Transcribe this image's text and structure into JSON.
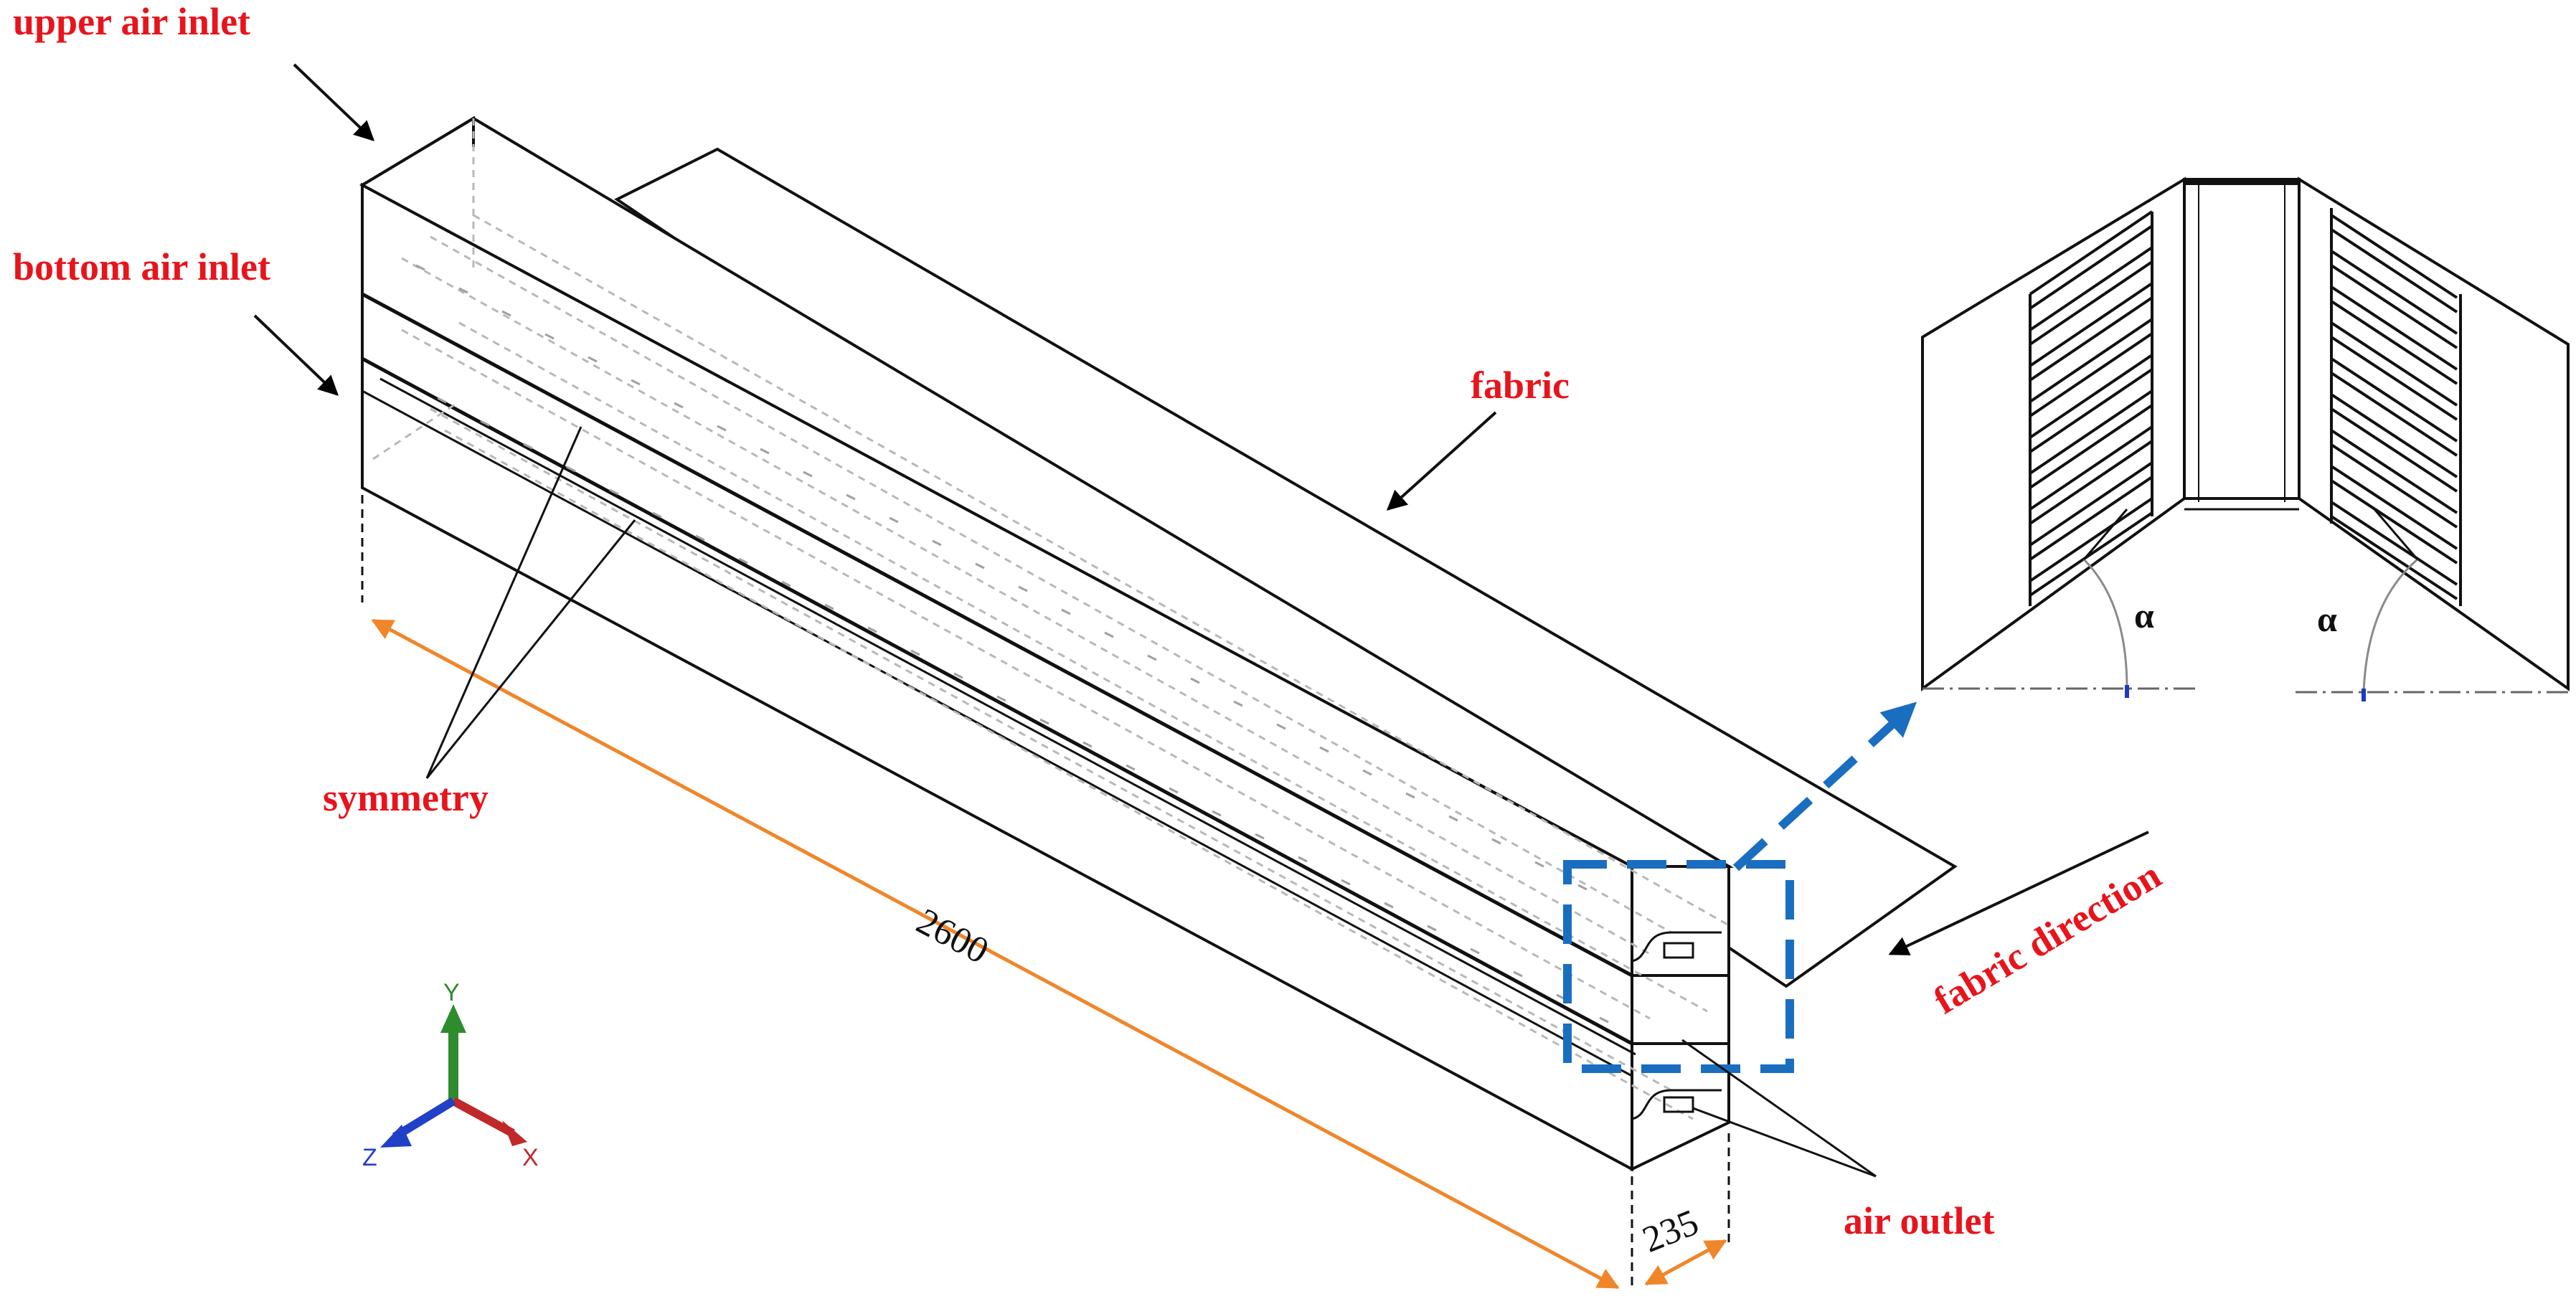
{
  "labels": {
    "upper_air_inlet": "upper air inlet",
    "bottom_air_inlet": "bottom air inlet",
    "fabric": "fabric",
    "symmetry": "symmetry",
    "fabric_direction": "fabric direction",
    "air_outlet": "air outlet"
  },
  "dimensions": {
    "length": "2600",
    "width": "235"
  },
  "detail": {
    "angle_left": "α",
    "angle_right": "α"
  },
  "axes": {
    "y": "Y",
    "x": "X",
    "z": "Z"
  },
  "colors": {
    "label_red": "#e8141c",
    "dimension_orange": "#f0862a",
    "detail_blue": "#1a6ec0",
    "axis_y": "#2e8b2e",
    "axis_x": "#c0282a",
    "axis_z": "#2140c8"
  }
}
